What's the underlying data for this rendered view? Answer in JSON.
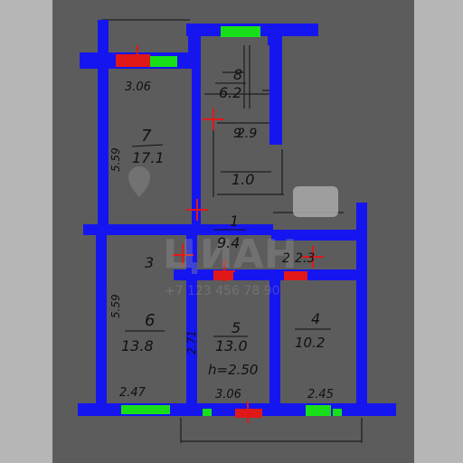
{
  "colors": {
    "page_bg": "#b6b6b6",
    "plan_bg": "#5c5c5c",
    "wall": "#1515f0",
    "window": "#18e018",
    "door": "#e01818",
    "ink": "#111111"
  },
  "rooms": [
    {
      "id": "room-7",
      "number": "7",
      "area": "17.1"
    },
    {
      "id": "room-8",
      "number": "8",
      "area": "6.2"
    },
    {
      "id": "room-9",
      "number": "9",
      "area": "2.9"
    },
    {
      "id": "room-10",
      "number": "",
      "area": "1.0"
    },
    {
      "id": "room-1",
      "number": "1",
      "area": "9.4"
    },
    {
      "id": "room-2",
      "number": "2",
      "area": "2.3"
    },
    {
      "id": "room-3",
      "number": "3",
      "area": ""
    },
    {
      "id": "room-4",
      "number": "4",
      "area": "10.2"
    },
    {
      "id": "room-5",
      "number": "5",
      "area": "13.0"
    },
    {
      "id": "room-6",
      "number": "6",
      "area": "13.8"
    }
  ],
  "dimensions": {
    "top_left": "3.06",
    "left_upper": "5.59",
    "left_lower": "5.59",
    "bottom_left": "2.47",
    "bottom_mid": "3.06",
    "bottom_right": "2.45",
    "ceiling_height": "h=2.50",
    "side_mark": "2.71"
  },
  "watermark": {
    "brand": "ЦИАН",
    "phone": "+7 123 456 78 90"
  }
}
